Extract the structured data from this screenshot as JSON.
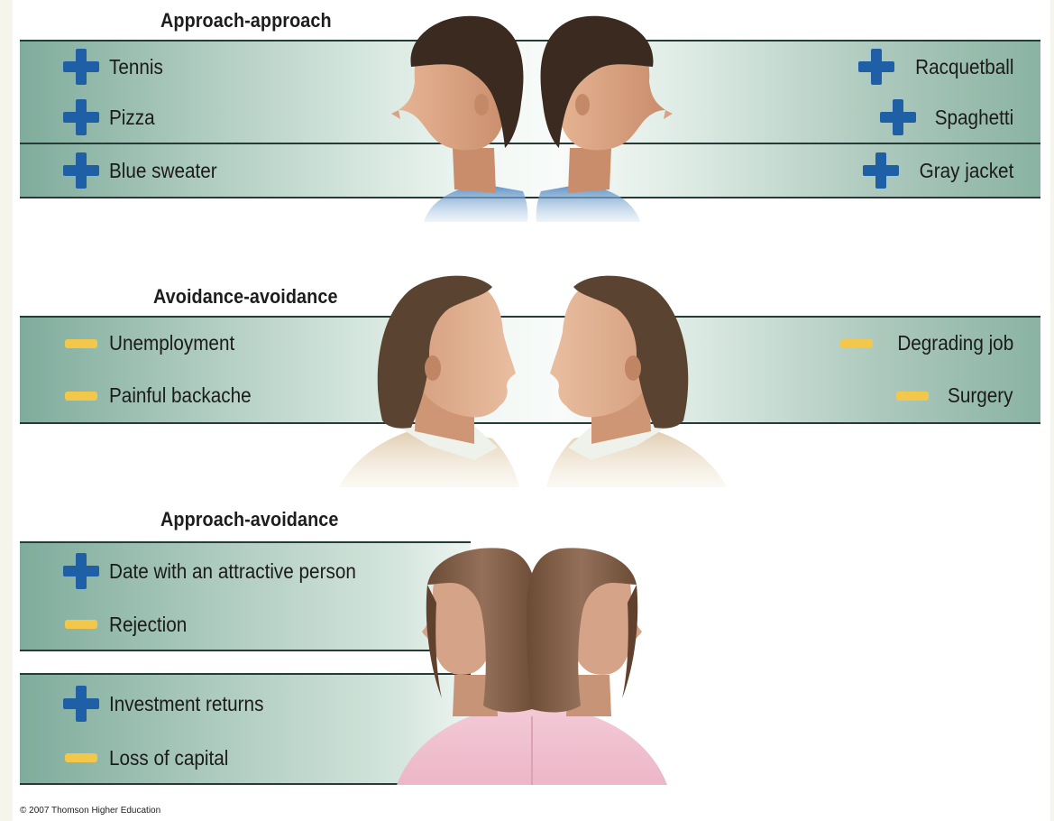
{
  "sections": [
    {
      "title": "Approach-approach",
      "left_items": [
        {
          "sign": "plus",
          "label": "Tennis"
        },
        {
          "sign": "plus",
          "label": "Pizza"
        },
        {
          "sign": "plus",
          "label": "Blue sweater"
        }
      ],
      "right_items": [
        {
          "sign": "plus",
          "label": "Racquetball"
        },
        {
          "sign": "plus",
          "label": "Spaghetti"
        },
        {
          "sign": "plus",
          "label": "Gray jacket"
        }
      ]
    },
    {
      "title": "Avoidance-avoidance",
      "left_items": [
        {
          "sign": "minus",
          "label": "Unemployment"
        },
        {
          "sign": "minus",
          "label": "Painful backache"
        }
      ],
      "right_items": [
        {
          "sign": "minus",
          "label": "Degrading job"
        },
        {
          "sign": "minus",
          "label": "Surgery"
        }
      ]
    },
    {
      "title": "Approach-avoidance",
      "groups": [
        {
          "items": [
            {
              "sign": "plus",
              "label": "Date with an attractive person"
            },
            {
              "sign": "minus",
              "label": "Rejection"
            }
          ]
        },
        {
          "items": [
            {
              "sign": "plus",
              "label": "Investment returns"
            },
            {
              "sign": "minus",
              "label": "Loss of capital"
            }
          ]
        }
      ]
    }
  ],
  "copyright": "© 2007 Thomson Higher Education",
  "colors": {
    "plus": "#1f5fa6",
    "minus": "#f3c84a",
    "band_dark": "#7fac9c",
    "band_light": "#f8fbf9",
    "band_line": "#263b38"
  },
  "icons": {
    "plus": "plus-sign-icon",
    "minus": "minus-sign-icon"
  }
}
